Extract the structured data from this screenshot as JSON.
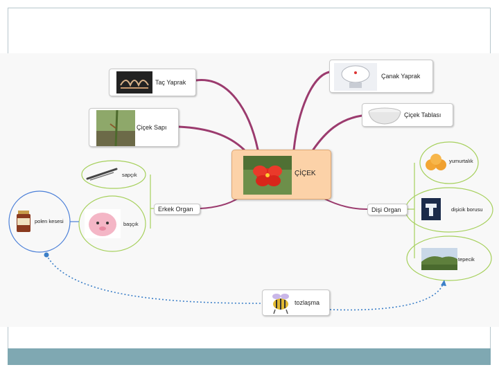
{
  "central": {
    "label": "ÇİÇEK",
    "image": "hibiscus-flower-photo"
  },
  "nodes": {
    "tac_yaprak": "Taç Yaprak",
    "canak_yaprak": "Çanak Yaprak",
    "cicek_sapi": "Çiçek Sapı",
    "cicek_tablasi": "Çiçek Tablası",
    "erkek_organ": "Erkek Organ",
    "disi_organ": "Dişi Organ",
    "sapcik": "sapçık",
    "bascik": "başçık",
    "polen_kesesi": "polen kesesi",
    "yumurtalik": "yumurtalık",
    "disicik_borusu": "dişicik borusu",
    "tepecik": "tepecik",
    "tozlasma": "tozlaşma"
  },
  "colors": {
    "branch": "#9b3b6e",
    "boundary_green": "#a6d05c",
    "boundary_blue": "#4a7fd8",
    "dotted_link": "#3b7fc8",
    "footer": "#7fa8b2"
  }
}
